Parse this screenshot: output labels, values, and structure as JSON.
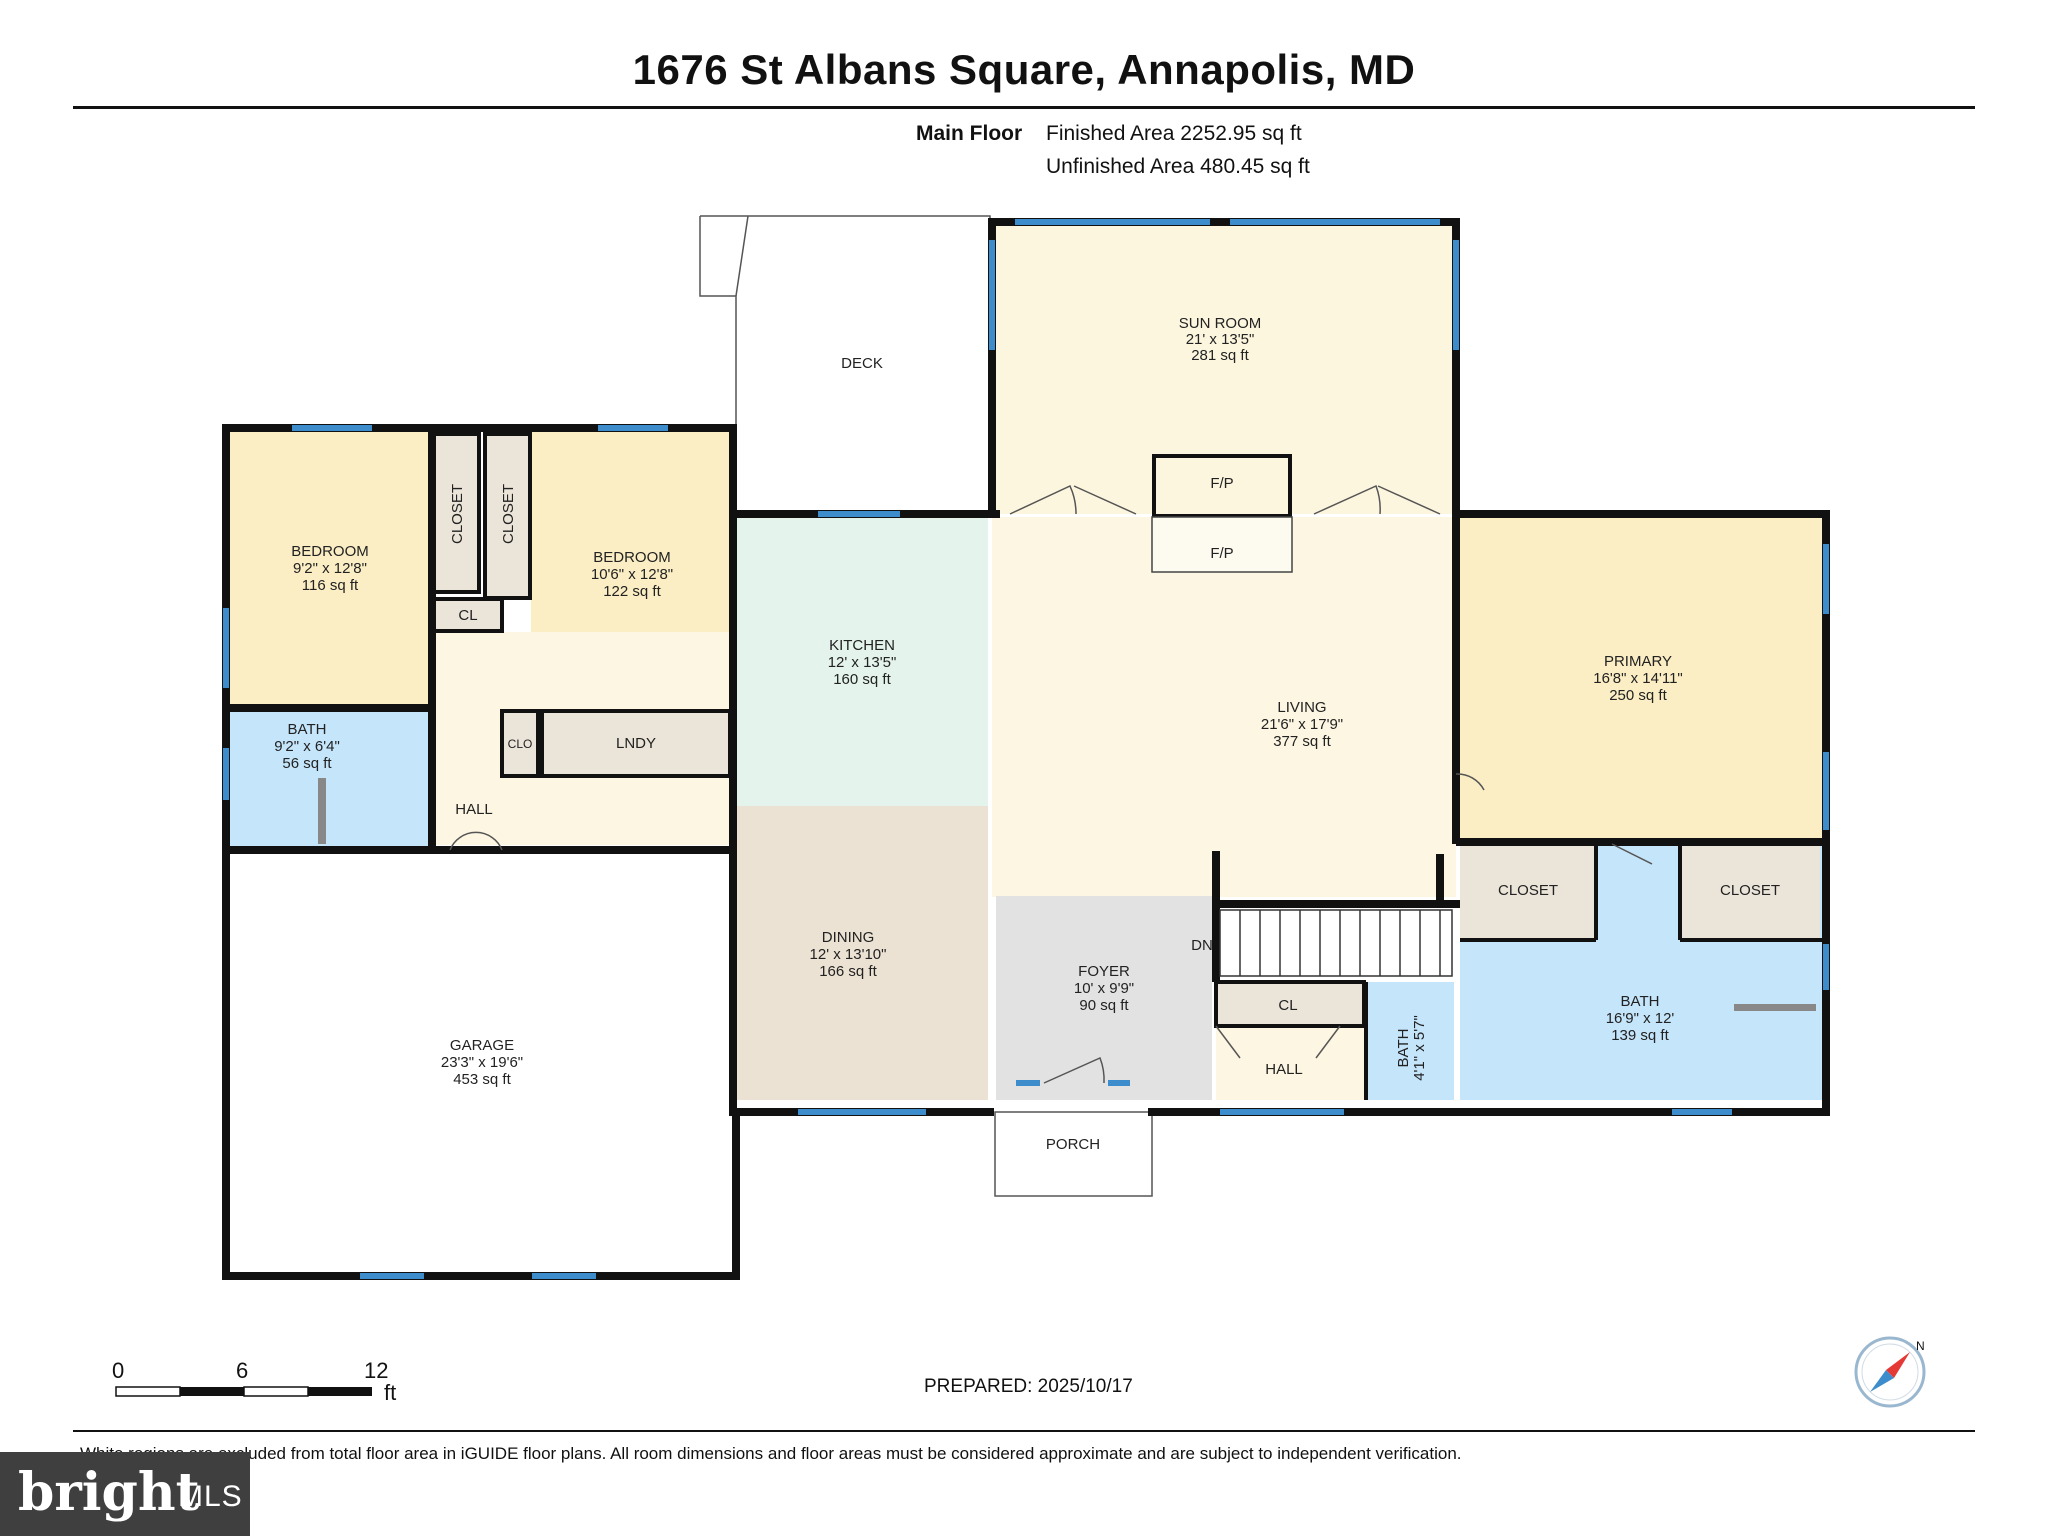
{
  "title": "1676 St Albans Square, Annapolis, MD",
  "summary": {
    "floor_name": "Main Floor",
    "finished_area": "Finished Area 2252.95 sq ft",
    "unfinished_area": "Unfinished Area 480.45 sq ft"
  },
  "rooms": {
    "sunroom": {
      "name": "SUN ROOM",
      "dims": "21' x 13'5\"",
      "area": "281 sq ft"
    },
    "deck": {
      "name": "DECK"
    },
    "bedroom1": {
      "name": "BEDROOM",
      "dims": "9'2\" x 12'8\"",
      "area": "116 sq ft"
    },
    "bedroom2": {
      "name": "BEDROOM",
      "dims": "10'6\" x 12'8\"",
      "area": "122 sq ft"
    },
    "closet1": {
      "name": "CLOSET"
    },
    "closet2": {
      "name": "CLOSET"
    },
    "cl_small": {
      "name": "CL"
    },
    "clo": {
      "name": "CLO"
    },
    "lndy": {
      "name": "LNDY"
    },
    "bath1": {
      "name": "BATH",
      "dims": "9'2\" x 6'4\"",
      "area": "56 sq ft"
    },
    "hall1": {
      "name": "HALL"
    },
    "kitchen": {
      "name": "KITCHEN",
      "dims": "12' x 13'5\"",
      "area": "160 sq ft"
    },
    "dining": {
      "name": "DINING",
      "dims": "12' x 13'10\"",
      "area": "166 sq ft"
    },
    "garage": {
      "name": "GARAGE",
      "dims": "23'3\" x 19'6\"",
      "area": "453 sq ft"
    },
    "fp_top": {
      "name": "F/P"
    },
    "fp_bottom": {
      "name": "F/P"
    },
    "living": {
      "name": "LIVING",
      "dims": "21'6\" x 17'9\"",
      "area": "377 sq ft"
    },
    "foyer": {
      "name": "FOYER",
      "dims": "10' x 9'9\"",
      "area": "90 sq ft"
    },
    "stairs_dn": {
      "name": "DN"
    },
    "cl_hall": {
      "name": "CL"
    },
    "hall2": {
      "name": "HALL"
    },
    "bath2": {
      "name": "BATH",
      "dims": "4'1\" x 5'7\""
    },
    "porch": {
      "name": "PORCH"
    },
    "primary": {
      "name": "PRIMARY",
      "dims": "16'8\" x 14'11\"",
      "area": "250 sq ft"
    },
    "closet_p1": {
      "name": "CLOSET"
    },
    "closet_p2": {
      "name": "CLOSET"
    },
    "bath3": {
      "name": "BATH",
      "dims": "16'9\" x 12'",
      "area": "139 sq ft"
    }
  },
  "colors": {
    "bedroom": "#fbeec4",
    "bath": "#c5e5fb",
    "kitchen": "#e4f3ec",
    "dining": "#ebe2d3",
    "living": "#fcf6e2",
    "foyer": "#e2e2e2",
    "closet": "#ebe4d9",
    "hall": "#fcf6e2",
    "window": "#3d8ccc",
    "wall": "#111111"
  },
  "scale": {
    "labels": [
      "0",
      "6",
      "12"
    ],
    "unit": "ft"
  },
  "prepared": "PREPARED: 2025/10/17",
  "disclaimer": "White regions are excluded from total floor area in iGUIDE floor plans. All room dimensions and floor areas must be considered approximate and are subject to independent verification.",
  "brand": {
    "word": "bright",
    "suffix": "MLS"
  },
  "compass": {
    "north_label": "N"
  }
}
